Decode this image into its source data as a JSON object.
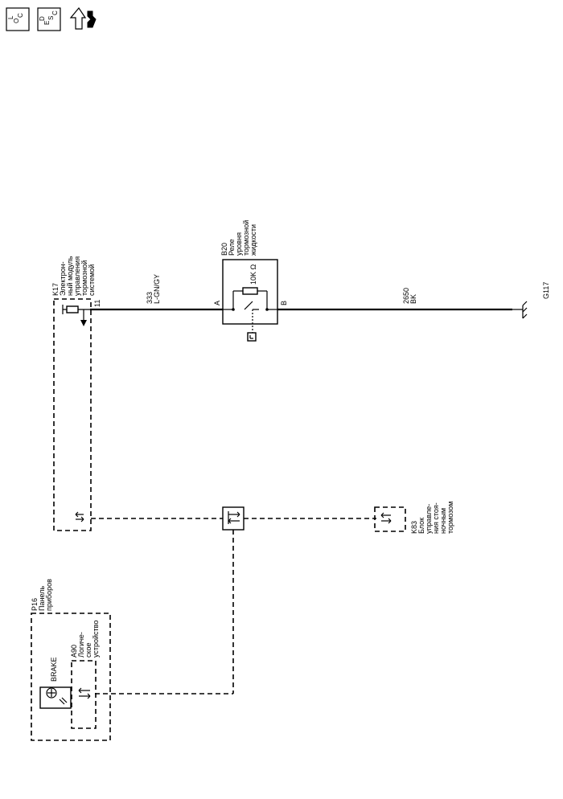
{
  "header_icons": {
    "loc_top": "L",
    "loc_sub": "O",
    "loc_sub2": "C",
    "desc_top": "D",
    "desc_sub": "E",
    "desc_sub2": "S",
    "desc_sub3": "C"
  },
  "components": {
    "k17": {
      "ref": "K17",
      "line1": "Электрон-",
      "line2": "ный модуль",
      "line3": "управления",
      "line4": "тормозной",
      "line5": "системой",
      "pin": "11"
    },
    "b20": {
      "ref": "B20",
      "line1": "Реле",
      "line2": "уровня",
      "line3": "тормозной",
      "line4": "жидкости",
      "resistor": "10K Ω",
      "pin_a": "A",
      "pin_b": "B"
    },
    "k83": {
      "ref": "K83",
      "line1": "Блок",
      "line2": "управле-",
      "line3": "ния стоя-",
      "line4": "ночным",
      "line5": "тормозом"
    },
    "p16": {
      "ref": "P16",
      "line1": "Панель",
      "line2": "приборов"
    },
    "a90": {
      "ref": "A90",
      "line1": "Логиче-",
      "line2": "ское",
      "line3": "устройство"
    },
    "brake_lamp": {
      "label": "BRAKE"
    },
    "ground": {
      "ref": "G117"
    }
  },
  "wires": {
    "w333": {
      "number": "333",
      "color": "L-GN/GY"
    },
    "w2650": {
      "number": "2650",
      "color": "BK"
    }
  }
}
